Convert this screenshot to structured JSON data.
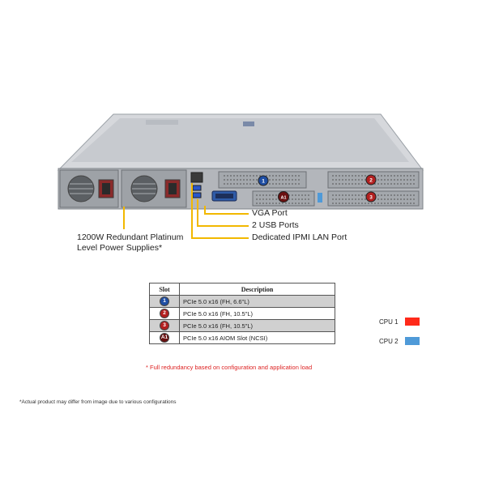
{
  "callouts": {
    "psu_line1": "1200W Redundant Platinum",
    "psu_line2": "Level Power Supplies*",
    "vga": "VGA Port",
    "usb": "2 USB Ports",
    "ipmi": "Dedicated IPMI LAN Port"
  },
  "table": {
    "headers": {
      "slot": "Slot",
      "description": "Description"
    },
    "rows": [
      {
        "badge": "1",
        "badge_color": "#1f4ea3",
        "description": "PCIe 5.0 x16 (FH, 6.6\"L)"
      },
      {
        "badge": "2",
        "badge_color": "#b32020",
        "description": "PCIe 5.0 x16 (FH, 10.5\"L)"
      },
      {
        "badge": "3",
        "badge_color": "#b32020",
        "description": "PCIe 5.0 x16 (FH, 10.5\"L)"
      },
      {
        "badge": "A1",
        "badge_color": "#6a1010",
        "description": "PCIe 5.0 x16 AIOM Slot (NCSI)"
      }
    ]
  },
  "legend": {
    "cpu1": {
      "label": "CPU 1",
      "color": "#ff2a1a"
    },
    "cpu2": {
      "label": "CPU 2",
      "color": "#4f9ad8"
    }
  },
  "footnote": "* Full redundancy based on configuration and application load",
  "disclaimer": "*Actual product may differ from image due to various configurations",
  "colors": {
    "callout_line": "#f2b800"
  }
}
